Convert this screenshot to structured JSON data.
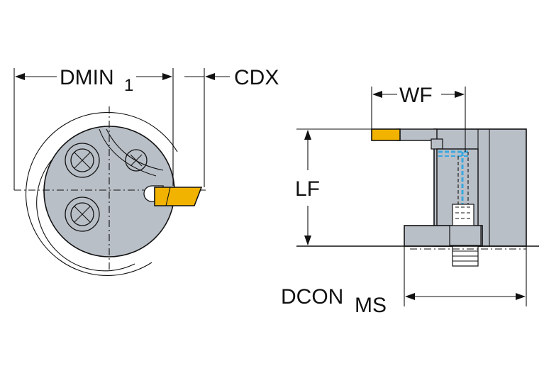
{
  "dimensions": {
    "dmin": {
      "main": "DMIN",
      "sub": "1"
    },
    "cdx": {
      "main": "CDX"
    },
    "wf": {
      "main": "WF"
    },
    "lf": {
      "main": "LF"
    },
    "dcon": {
      "main": "DCON",
      "sub": "MS"
    }
  },
  "colors": {
    "body_fill": "#b9bfc7",
    "outline": "#111111",
    "insert": "#f2b300",
    "coolant": "#3aa7e0",
    "background": "#ffffff"
  }
}
